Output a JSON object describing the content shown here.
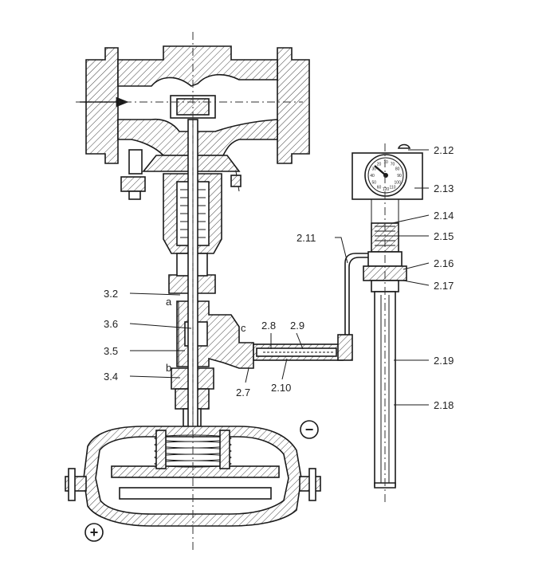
{
  "callouts": {
    "c2_12": "2.12",
    "c2_13": "2.13",
    "c2_14": "2.14",
    "c2_15": "2.15",
    "c2_11": "2.11",
    "c2_16": "2.16",
    "c2_17": "2.17",
    "c2_19": "2.19",
    "c2_18": "2.18",
    "c3_2": "3.2",
    "c3_6": "3.6",
    "c3_5": "3.5",
    "c3_4": "3.4",
    "c2_8": "2.8",
    "c2_9": "2.9",
    "c2_7": "2.7",
    "c2_10": "2.10"
  },
  "point_labels": {
    "a": "a",
    "b": "b",
    "c": "c"
  },
  "symbols": {
    "minus": "−",
    "plus": "+"
  },
  "gauge_scale": [
    "70",
    "80",
    "90",
    "100",
    "110",
    "120",
    "60",
    "50",
    "40",
    "30",
    "20",
    "10"
  ]
}
